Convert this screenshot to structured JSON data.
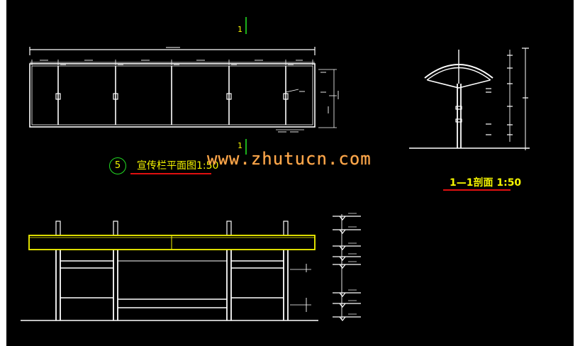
{
  "drawing": {
    "plan_title": "宣传栏平面图1:50",
    "plan_number": "5",
    "section_title": "1—1剖面  1:50",
    "cut_mark_top": "1",
    "cut_mark_bottom": "1",
    "watermark": "www.zhutucn.com"
  },
  "colors": {
    "background": "#000000",
    "lines": "#ffffff",
    "highlight": "#f5f500",
    "marker": "#22dd22",
    "underline": "#e01010",
    "watermark": "#ffa94d"
  }
}
